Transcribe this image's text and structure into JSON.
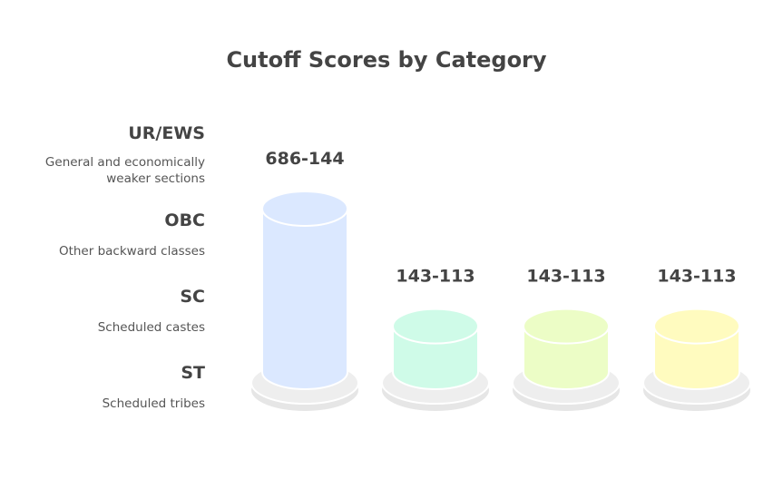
{
  "title": "Cutoff Scores by Category",
  "categories": [
    {
      "label": "UR/EWS",
      "desc_lines": [
        "General and economically",
        "weaker sections"
      ]
    },
    {
      "label": "OBC",
      "desc_lines": [
        "Other backward classes"
      ]
    },
    {
      "label": "SC",
      "desc_lines": [
        "Scheduled castes"
      ]
    },
    {
      "label": "ST",
      "desc_lines": [
        "Scheduled tribes"
      ]
    }
  ],
  "chart_data": {
    "type": "bar",
    "bars": [
      {
        "value_label": "686-144",
        "relative_height": 1.0,
        "color": "#dbe8ff"
      },
      {
        "value_label": "143-113",
        "relative_height": 0.28,
        "color": "#cffbe8"
      },
      {
        "value_label": "143-113",
        "relative_height": 0.28,
        "color": "#ecfdc6"
      },
      {
        "value_label": "143-113",
        "relative_height": 0.28,
        "color": "#fffbbf"
      }
    ]
  }
}
